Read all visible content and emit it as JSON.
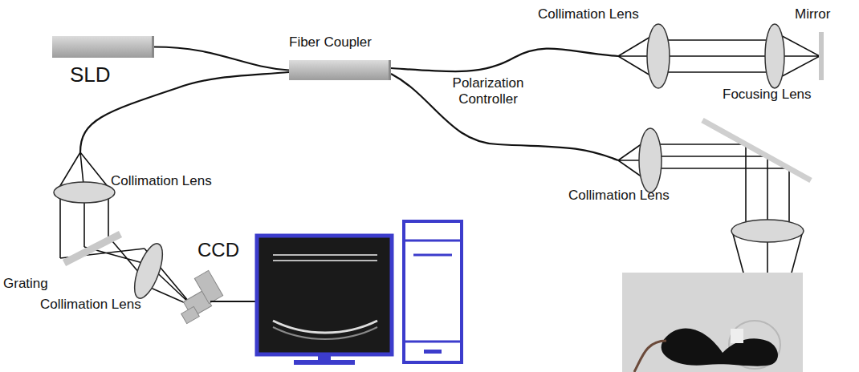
{
  "diagram": {
    "nodes": [
      {
        "text": [
          "SLD"
        ]
      },
      {
        "text": [
          "Fiber Coupler"
        ]
      }
    ],
    "edges": [
      {
        "from": 0,
        "to": 1,
        "arrow": "none"
      }
    ],
    "labels": [
      "Collimation Lens",
      "Mirror",
      "Focusing Lens",
      "Polarization Controller",
      "Collimation Lens",
      "Collimation Lens",
      "Grating",
      "Collimation Lens",
      "CCD"
    ]
  }
}
